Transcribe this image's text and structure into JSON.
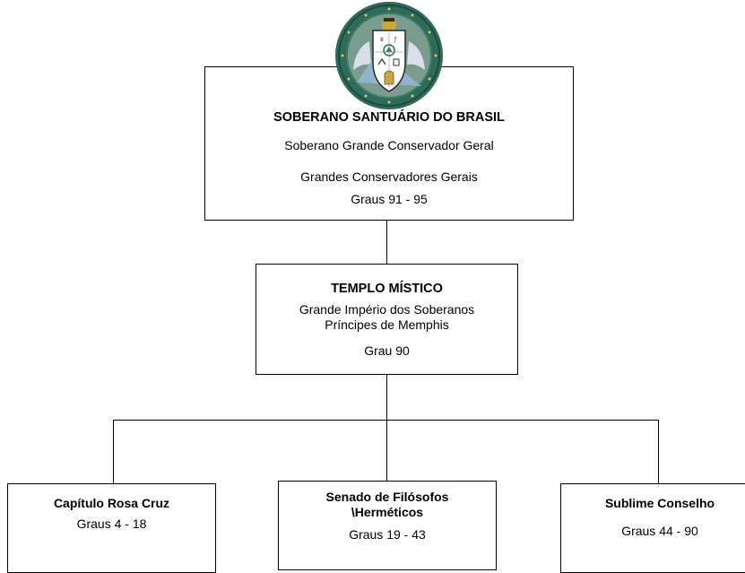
{
  "top_box": {
    "title": "SOBERANO SANTUÁRIO DO BRASIL",
    "line1": "Soberano Grande Conservador Geral",
    "line2": "Grandes Conservadores Gerais",
    "line3": "Graus 91 - 95"
  },
  "middle_box": {
    "title": "TEMPLO MÍSTICO",
    "line1": "Grande Império dos Soberanos",
    "line2": "Príncipes de Memphis",
    "line3": "Grau 90"
  },
  "bottom_boxes": [
    {
      "title": "Capítulo Rosa Cruz",
      "degrees": "Graus  4 - 18"
    },
    {
      "title_line1": "Senado de Filósofos",
      "title_line2": "\\Herméticos",
      "degrees": "Graus 19 - 43"
    },
    {
      "title": "Sublime Conselho",
      "degrees": "Graus 44 - 90"
    }
  ],
  "seal": {
    "name": "rite-seal-emblem",
    "colors": {
      "ring": "#2f6b5a",
      "gold": "#c9a640",
      "shield": "#ffffff",
      "mountain": "#8fb3c9"
    }
  }
}
